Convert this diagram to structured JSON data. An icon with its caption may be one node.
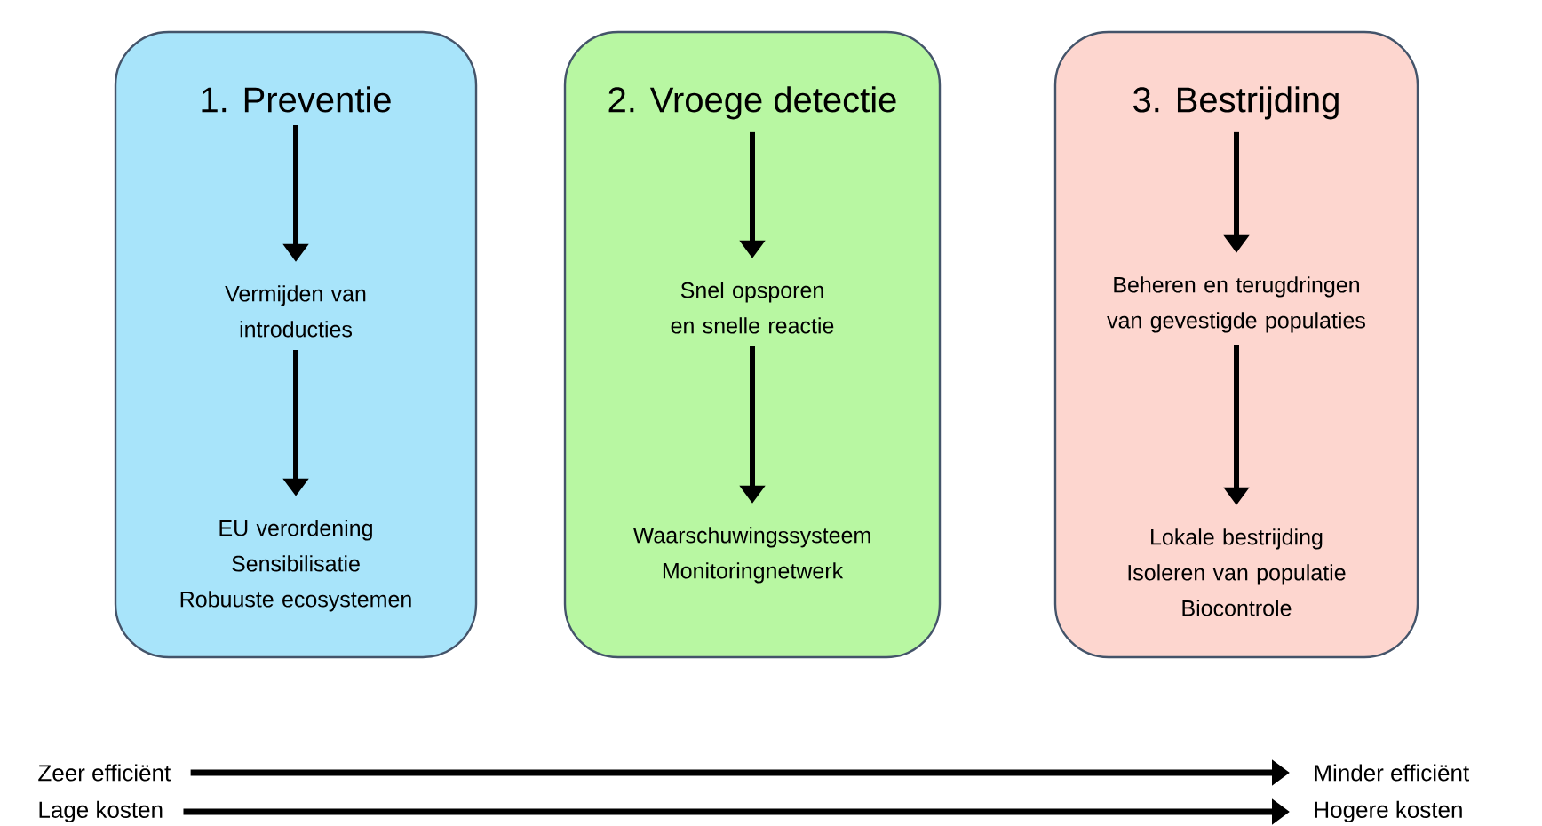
{
  "diagram": {
    "nodes": [
      {
        "text": [],
        "shape": "box"
      },
      {
        "text": [
          "1. Preventie"
        ],
        "in": 0
      },
      {
        "text": [
          "Vermijden van introducties"
        ],
        "in": 0
      },
      {
        "text": [
          "EU verordening",
          "Sensibilisatie",
          "Robuuste ecosystemen"
        ],
        "in": 0
      },
      {
        "text": [],
        "shape": "box"
      },
      {
        "text": [
          "2. Vroege detectie"
        ],
        "in": 4
      },
      {
        "text": [
          "Snel opsporen en snelle reactie"
        ],
        "in": 4
      },
      {
        "text": [
          "Waarschuwingssysteem",
          "Monitoringnetwerk"
        ],
        "in": 4
      },
      {
        "text": [],
        "shape": "box"
      },
      {
        "text": [
          "3. Bestrijding"
        ],
        "in": 8
      },
      {
        "text": [
          "Beheren en terugdringen van gevestigde populaties"
        ],
        "in": 8
      },
      {
        "text": [
          "Lokale bestrijding",
          "Isoleren van populatie",
          "Biocontrole"
        ],
        "in": 8
      },
      {
        "text": [
          "Zeer efficiënt"
        ]
      },
      {
        "text": [
          "Minder efficiënt"
        ]
      },
      {
        "text": [
          "Lage kosten"
        ]
      },
      {
        "text": [
          "Hogere kosten"
        ]
      }
    ],
    "edges": [
      {
        "from": 1,
        "to": 2,
        "arrow": "to"
      },
      {
        "from": 2,
        "to": 3,
        "arrow": "to"
      },
      {
        "from": 5,
        "to": 6,
        "arrow": "to"
      },
      {
        "from": 6,
        "to": 7,
        "arrow": "to"
      },
      {
        "from": 9,
        "to": 10,
        "arrow": "to"
      },
      {
        "from": 10,
        "to": 11,
        "arrow": "to"
      },
      {
        "from": 12,
        "to": 13,
        "arrow": "to"
      },
      {
        "from": 14,
        "to": 15,
        "arrow": "to"
      }
    ]
  }
}
